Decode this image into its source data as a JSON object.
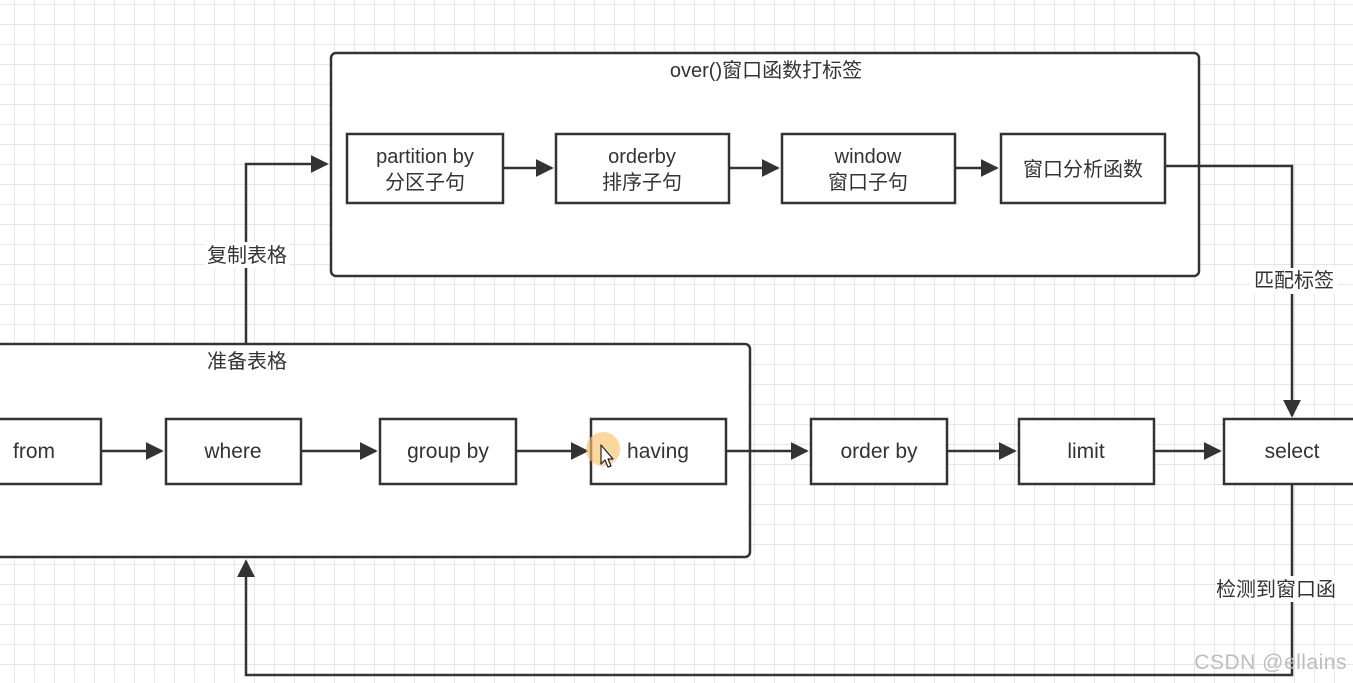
{
  "colors": {
    "stroke": "#333333",
    "text": "#333333",
    "cursor_highlight": "#f6c26b",
    "watermark": "#bdbdbd"
  },
  "groups": {
    "window_box": {
      "title": "over()窗口函数打标签"
    },
    "prepare_box": {
      "title": "准备表格"
    }
  },
  "nodes": {
    "partition": {
      "line1": "partition by",
      "line2": "分区子句"
    },
    "orderby": {
      "line1": "orderby",
      "line2": "排序子句"
    },
    "window": {
      "line1": "window",
      "line2": "窗口子句"
    },
    "analysis": {
      "label": "窗口分析函数"
    },
    "from": {
      "label": "from"
    },
    "where": {
      "label": "where"
    },
    "group_by": {
      "label": "group by"
    },
    "having": {
      "label": "having"
    },
    "order_by": {
      "label": "order by"
    },
    "limit": {
      "label": "limit"
    },
    "select": {
      "label": "select"
    }
  },
  "edge_labels": {
    "copy_table": "复制表格",
    "match_tag": "匹配标签",
    "detect_window": "检测到窗口函"
  },
  "watermark": "CSDN @ellains"
}
